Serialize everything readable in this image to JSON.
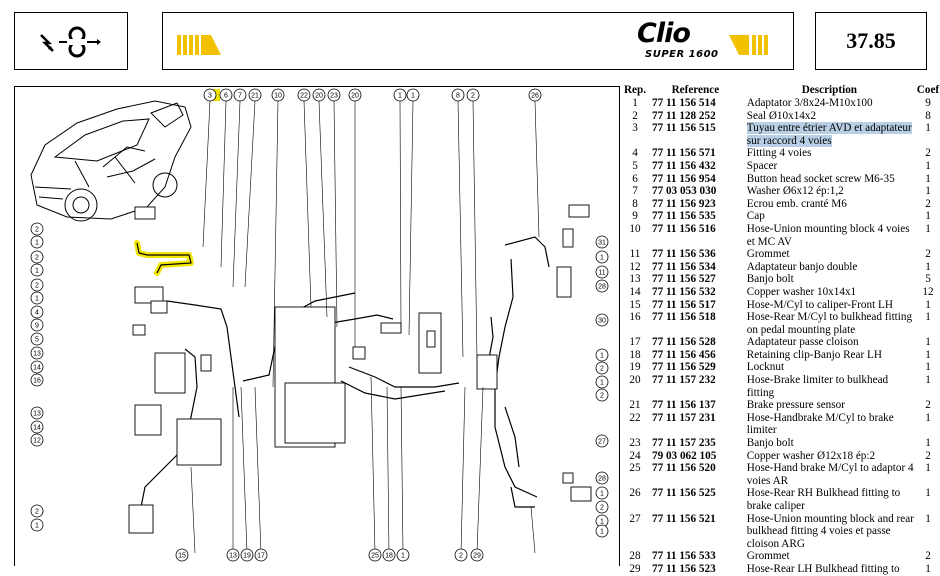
{
  "header": {
    "brand": "Clio",
    "subbrand": "SUPER 1600",
    "page_number": "37.85"
  },
  "diagram": {
    "top_labels": [
      "3",
      "6",
      "7",
      "21",
      "10",
      "22",
      "20",
      "23",
      "20",
      "1",
      "1",
      "8",
      "2",
      "26"
    ],
    "left_labels": [
      "2",
      "1",
      "2",
      "1",
      "2",
      "1",
      "4",
      "9",
      "5",
      "13",
      "14",
      "16",
      "13",
      "14",
      "12",
      "2",
      "1"
    ],
    "right_labels": [
      "31",
      "1",
      "11",
      "28",
      "30",
      "1",
      "2",
      "1",
      "2",
      "27",
      "28",
      "1",
      "2",
      "1",
      "1"
    ],
    "bottom_labels": [
      "15",
      "13",
      "19",
      "17",
      "25",
      "18",
      "1",
      "2",
      "29"
    ],
    "highlight_color": "#f2e600"
  },
  "parts": {
    "headers": {
      "rep": "Rep.",
      "ref": "Reference",
      "desc": "Description",
      "coef": "Coef"
    },
    "rows": [
      {
        "rep": "1",
        "ref": "77 11 156 514",
        "desc": "Adaptator 3/8x24-M10x100",
        "coef": "9"
      },
      {
        "rep": "2",
        "ref": "77 11 128 252",
        "desc": "Seal Ø10x14x2",
        "coef": "8"
      },
      {
        "rep": "3",
        "ref": "77 11 156 515",
        "desc": "Tuyau entre étrier AVD et adaptateur sur raccord 4 voies",
        "coef": "1",
        "highlight": true
      },
      {
        "rep": "4",
        "ref": "77 11 156 571",
        "desc": "Fitting 4 voies",
        "coef": "2"
      },
      {
        "rep": "5",
        "ref": "77 11 156 432",
        "desc": "Spacer",
        "coef": "1"
      },
      {
        "rep": "6",
        "ref": "77 11 156 954",
        "desc": "Button head socket screw M6-35",
        "coef": "1"
      },
      {
        "rep": "7",
        "ref": "77 03 053 030",
        "desc": "Washer Ø6x12 ép:1,2",
        "coef": "1"
      },
      {
        "rep": "8",
        "ref": "77 11 156 923",
        "desc": "Ecrou emb. cranté M6",
        "coef": "2"
      },
      {
        "rep": "9",
        "ref": "77 11 156 535",
        "desc": "Cap",
        "coef": "1"
      },
      {
        "rep": "10",
        "ref": "77 11 156 516",
        "desc": "Hose-Union mounting block 4 voies et MC AV",
        "coef": "1"
      },
      {
        "rep": "11",
        "ref": "77 11 156 536",
        "desc": "Grommet",
        "coef": "2"
      },
      {
        "rep": "12",
        "ref": "77 11 156 534",
        "desc": "Adaptateur banjo double",
        "coef": "1"
      },
      {
        "rep": "13",
        "ref": "77 11 156 527",
        "desc": "Banjo bolt",
        "coef": "5"
      },
      {
        "rep": "14",
        "ref": "77 11 156 532",
        "desc": "Copper washer 10x14x1",
        "coef": "12"
      },
      {
        "rep": "15",
        "ref": "77 11 156 517",
        "desc": "Hose-M/Cyl to caliper-Front LH",
        "coef": "1"
      },
      {
        "rep": "16",
        "ref": "77 11 156 518",
        "desc": "Hose-Rear M/Cyl to bulkhead fitting on pedal mounting plate",
        "coef": "1"
      },
      {
        "rep": "17",
        "ref": "77 11 156 528",
        "desc": "Adaptateur passe cloison",
        "coef": "1"
      },
      {
        "rep": "18",
        "ref": "77 11 156 456",
        "desc": "Retaining clip-Banjo Rear LH",
        "coef": "1"
      },
      {
        "rep": "19",
        "ref": "77 11 156 529",
        "desc": "Locknut",
        "coef": "1"
      },
      {
        "rep": "20",
        "ref": "77 11 157 232",
        "desc": "Hose-Brake limiter to bulkhead fitting",
        "coef": "1"
      },
      {
        "rep": "21",
        "ref": "77 11 156 137",
        "desc": "Brake pressure sensor",
        "coef": "2"
      },
      {
        "rep": "22",
        "ref": "77 11 157 231",
        "desc": "Hose-Handbrake M/Cyl to brake limiter",
        "coef": "1"
      },
      {
        "rep": "23",
        "ref": "77 11 157 235",
        "desc": "Banjo bolt",
        "coef": "1"
      },
      {
        "rep": "24",
        "ref": "79 03 062 105",
        "desc": "Copper washer Ø12x18 ép:2",
        "coef": "2"
      },
      {
        "rep": "25",
        "ref": "77 11 156 520",
        "desc": "Hose-Hand brake M/Cyl to adaptor 4 voies AR",
        "coef": "1"
      },
      {
        "rep": "26",
        "ref": "77 11 156 525",
        "desc": "Hose-Rear RH Bulkhead fitting to brake caliper",
        "coef": "1"
      },
      {
        "rep": "27",
        "ref": "77 11 156 521",
        "desc": "Hose-Union mounting block and rear bulkhead fitting 4 voies et passe cloison ARG",
        "coef": "1"
      },
      {
        "rep": "28",
        "ref": "77 11 156 533",
        "desc": "Grommet",
        "coef": "2"
      },
      {
        "rep": "29",
        "ref": "77 11 156 523",
        "desc": "Hose-Rear LH Bulkhead fitting to",
        "coef": "1"
      }
    ]
  }
}
